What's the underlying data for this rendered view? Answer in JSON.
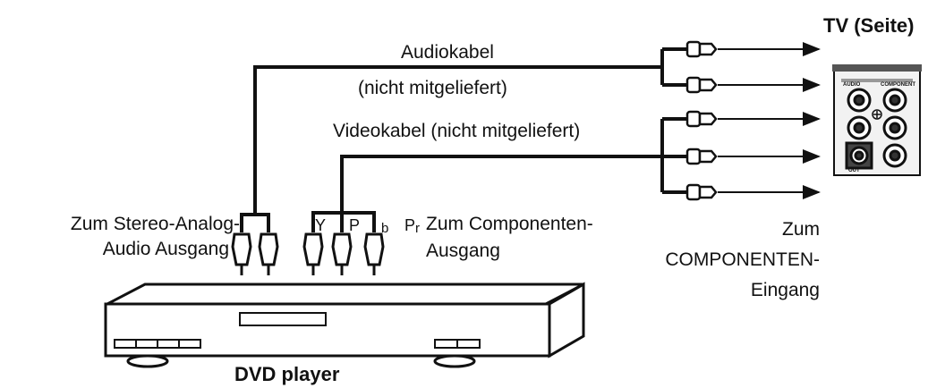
{
  "labels": {
    "tv_title": "TV (Seite)",
    "audio_cable": "Audiokabel",
    "audio_cable_note": "(nicht mitgeliefert)",
    "video_cable": "Videokabel (nicht mitgeliefert)",
    "stereo_out_line1": "Zum Stereo-Analog-",
    "stereo_out_line2": "Audio Ausgang",
    "component_out_line1": "Zum Componenten-",
    "component_out_line2": "Ausgang",
    "component_in_line1": "Zum",
    "component_in_line2": "COMPONENTEN-",
    "component_in_line3": "Eingang",
    "device_name": "DVD player"
  },
  "plug_labels": {
    "y": "Y",
    "pb": "P",
    "b": "b",
    "pr": "P",
    "r": "r"
  },
  "tv_panel": {
    "audio": "AUDIO",
    "component": "COMPONENT",
    "out": "OUT"
  }
}
